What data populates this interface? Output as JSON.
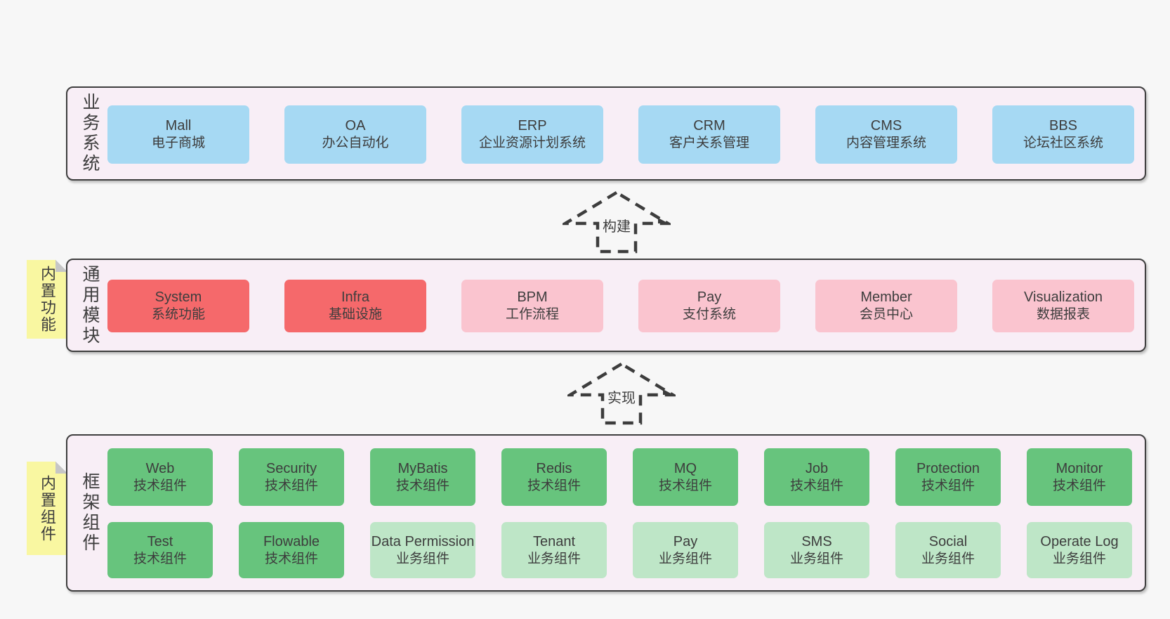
{
  "colors": {
    "page_bg": "#f7f7f7",
    "band_bg": "#f8eef6",
    "band_border": "#3e3e3e",
    "box_blue": "#a6d9f3",
    "box_red": "#f5696b",
    "box_pink": "#fac4cf",
    "box_green": "#67c47d",
    "box_light_green": "#bee6c7",
    "sticky_yellow": "#f9f7a1",
    "sticky_fold": "#c6c6c6",
    "text": "#3d3d3d"
  },
  "arrows": [
    {
      "label": "构建"
    },
    {
      "label": "实现"
    }
  ],
  "bands": [
    {
      "label": "业务系统",
      "boxes": [
        {
          "name": "Mall",
          "sub": "电子商城"
        },
        {
          "name": "OA",
          "sub": "办公自动化"
        },
        {
          "name": "ERP",
          "sub": "企业资源计划系统"
        },
        {
          "name": "CRM",
          "sub": "客户关系管理"
        },
        {
          "name": "CMS",
          "sub": "内容管理系统"
        },
        {
          "name": "BBS",
          "sub": "论坛社区系统"
        }
      ]
    },
    {
      "label": "通用模块",
      "sticky": "内置功能",
      "boxes": [
        {
          "name": "System",
          "sub": "系统功能"
        },
        {
          "name": "Infra",
          "sub": "基础设施"
        },
        {
          "name": "BPM",
          "sub": "工作流程"
        },
        {
          "name": "Pay",
          "sub": "支付系统"
        },
        {
          "name": "Member",
          "sub": "会员中心"
        },
        {
          "name": "Visualization",
          "sub": "数据报表"
        }
      ]
    },
    {
      "label": "框架组件",
      "sticky": "内置组件",
      "rows": [
        [
          {
            "name": "Web",
            "sub": "技术组件"
          },
          {
            "name": "Security",
            "sub": "技术组件"
          },
          {
            "name": "MyBatis",
            "sub": "技术组件"
          },
          {
            "name": "Redis",
            "sub": "技术组件"
          },
          {
            "name": "MQ",
            "sub": "技术组件"
          },
          {
            "name": "Job",
            "sub": "技术组件"
          },
          {
            "name": "Protection",
            "sub": "技术组件"
          },
          {
            "name": "Monitor",
            "sub": "技术组件"
          }
        ],
        [
          {
            "name": "Test",
            "sub": "技术组件"
          },
          {
            "name": "Flowable",
            "sub": "技术组件"
          },
          {
            "name": "Data Permission",
            "sub": "业务组件"
          },
          {
            "name": "Tenant",
            "sub": "业务组件"
          },
          {
            "name": "Pay",
            "sub": "业务组件"
          },
          {
            "name": "SMS",
            "sub": "业务组件"
          },
          {
            "name": "Social",
            "sub": "业务组件"
          },
          {
            "name": "Operate Log",
            "sub": "业务组件"
          }
        ]
      ]
    }
  ]
}
